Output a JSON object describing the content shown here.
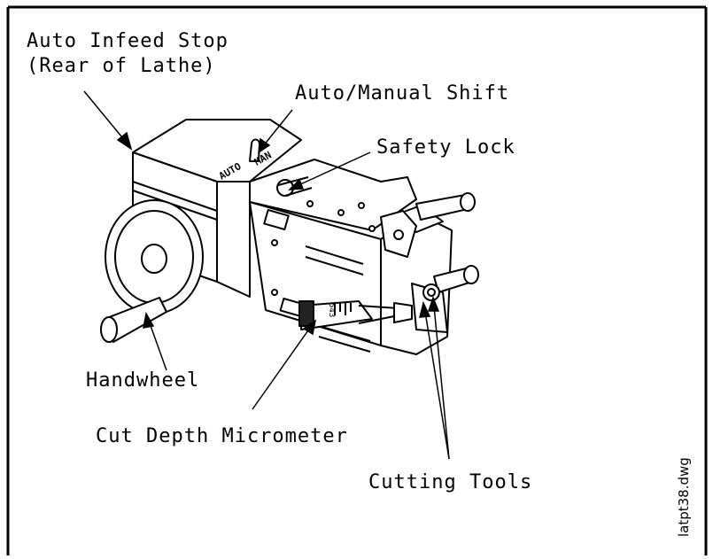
{
  "labels": {
    "auto_infeed_line1": "Auto Infeed Stop",
    "auto_infeed_line2": "(Rear of Lathe)",
    "auto_manual_shift": "Auto/Manual Shift",
    "safety_lock": "Safety Lock",
    "handwheel": "Handwheel",
    "cut_depth_micrometer": "Cut Depth Micrometer",
    "cutting_tools": "Cutting Tools"
  },
  "switch_labels": {
    "auto": "AUTO",
    "man": "MAN"
  },
  "micrometer_scale": "543",
  "filename": "latpt38.dwg"
}
